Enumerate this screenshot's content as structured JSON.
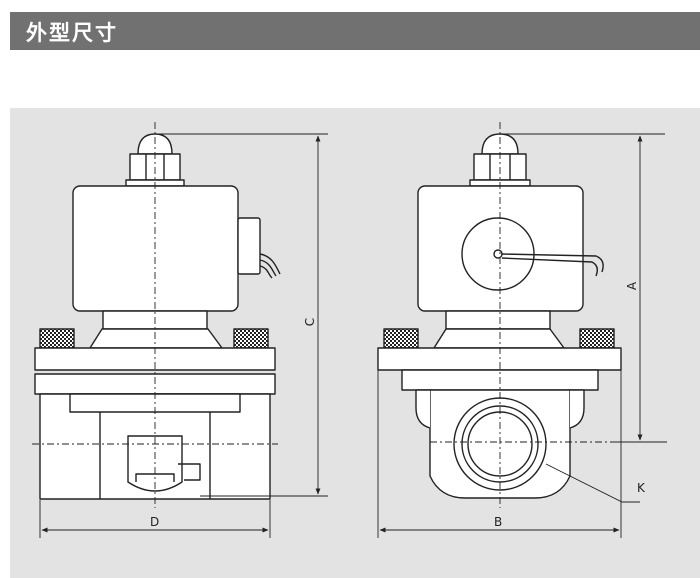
{
  "header": {
    "title": "外型尺寸"
  },
  "dimensions": {
    "a": "A",
    "b": "B",
    "c": "C",
    "d": "D",
    "k": "K"
  },
  "colors": {
    "header_bg": "#717171",
    "panel_bg": "#e3e3e3",
    "line": "#222222"
  }
}
